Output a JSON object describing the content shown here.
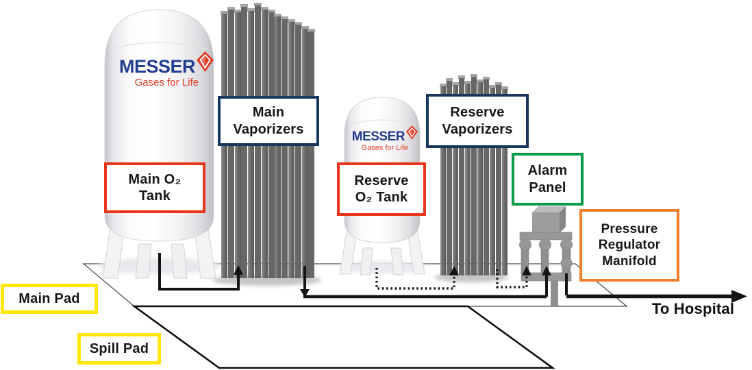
{
  "brand": {
    "name": "MESSER",
    "tagline": "Gases for Life"
  },
  "labels": {
    "main_tank": {
      "lines": [
        "Main O₂",
        "Tank"
      ]
    },
    "main_vaporizers": {
      "lines": [
        "Main",
        "Vaporizers"
      ]
    },
    "reserve_tank": {
      "lines": [
        "Reserve",
        "O₂ Tank"
      ]
    },
    "reserve_vaporizers": {
      "lines": [
        "Reserve",
        "Vaporizers"
      ]
    },
    "alarm_panel": {
      "lines": [
        "Alarm",
        "Panel"
      ]
    },
    "pressure_regulator_manifold": {
      "lines": [
        "Pressure",
        "Regulator",
        "Manifold"
      ]
    },
    "main_pad": {
      "text": "Main Pad"
    },
    "spill_pad": {
      "text": "Spill Pad"
    },
    "to_hospital": {
      "text": "To Hospital"
    }
  },
  "colors": {
    "tank_label_border": "#E8351C",
    "vaporizer_label_border": "#17375D",
    "alarm_label_border": "#009B48",
    "manifold_label_border": "#F0802B",
    "pad_label_border": "#FFE70A",
    "brand_blue": "#243E8F",
    "brand_red": "#DD3E27",
    "pipe_color": "#141414"
  }
}
